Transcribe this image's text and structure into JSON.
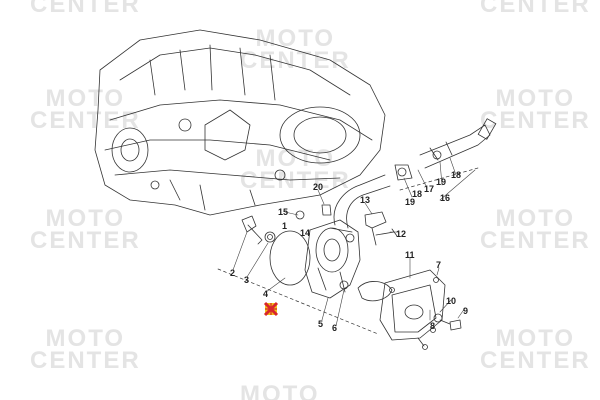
{
  "watermark": {
    "line1": "MOTO",
    "line2": "CENTER",
    "color": "#e4e4e4"
  },
  "callouts": [
    "1",
    "2",
    "3",
    "4",
    "5",
    "6",
    "7",
    "8",
    "9",
    "10",
    "11",
    "12",
    "13",
    "14",
    "15",
    "16",
    "17",
    "18",
    "19",
    "20"
  ],
  "icons": {
    "cross-marker": "red-yellow-cross"
  },
  "colors": {
    "line": "#333333",
    "marker_red": "#d8262c",
    "marker_yellow": "#f2c318"
  }
}
